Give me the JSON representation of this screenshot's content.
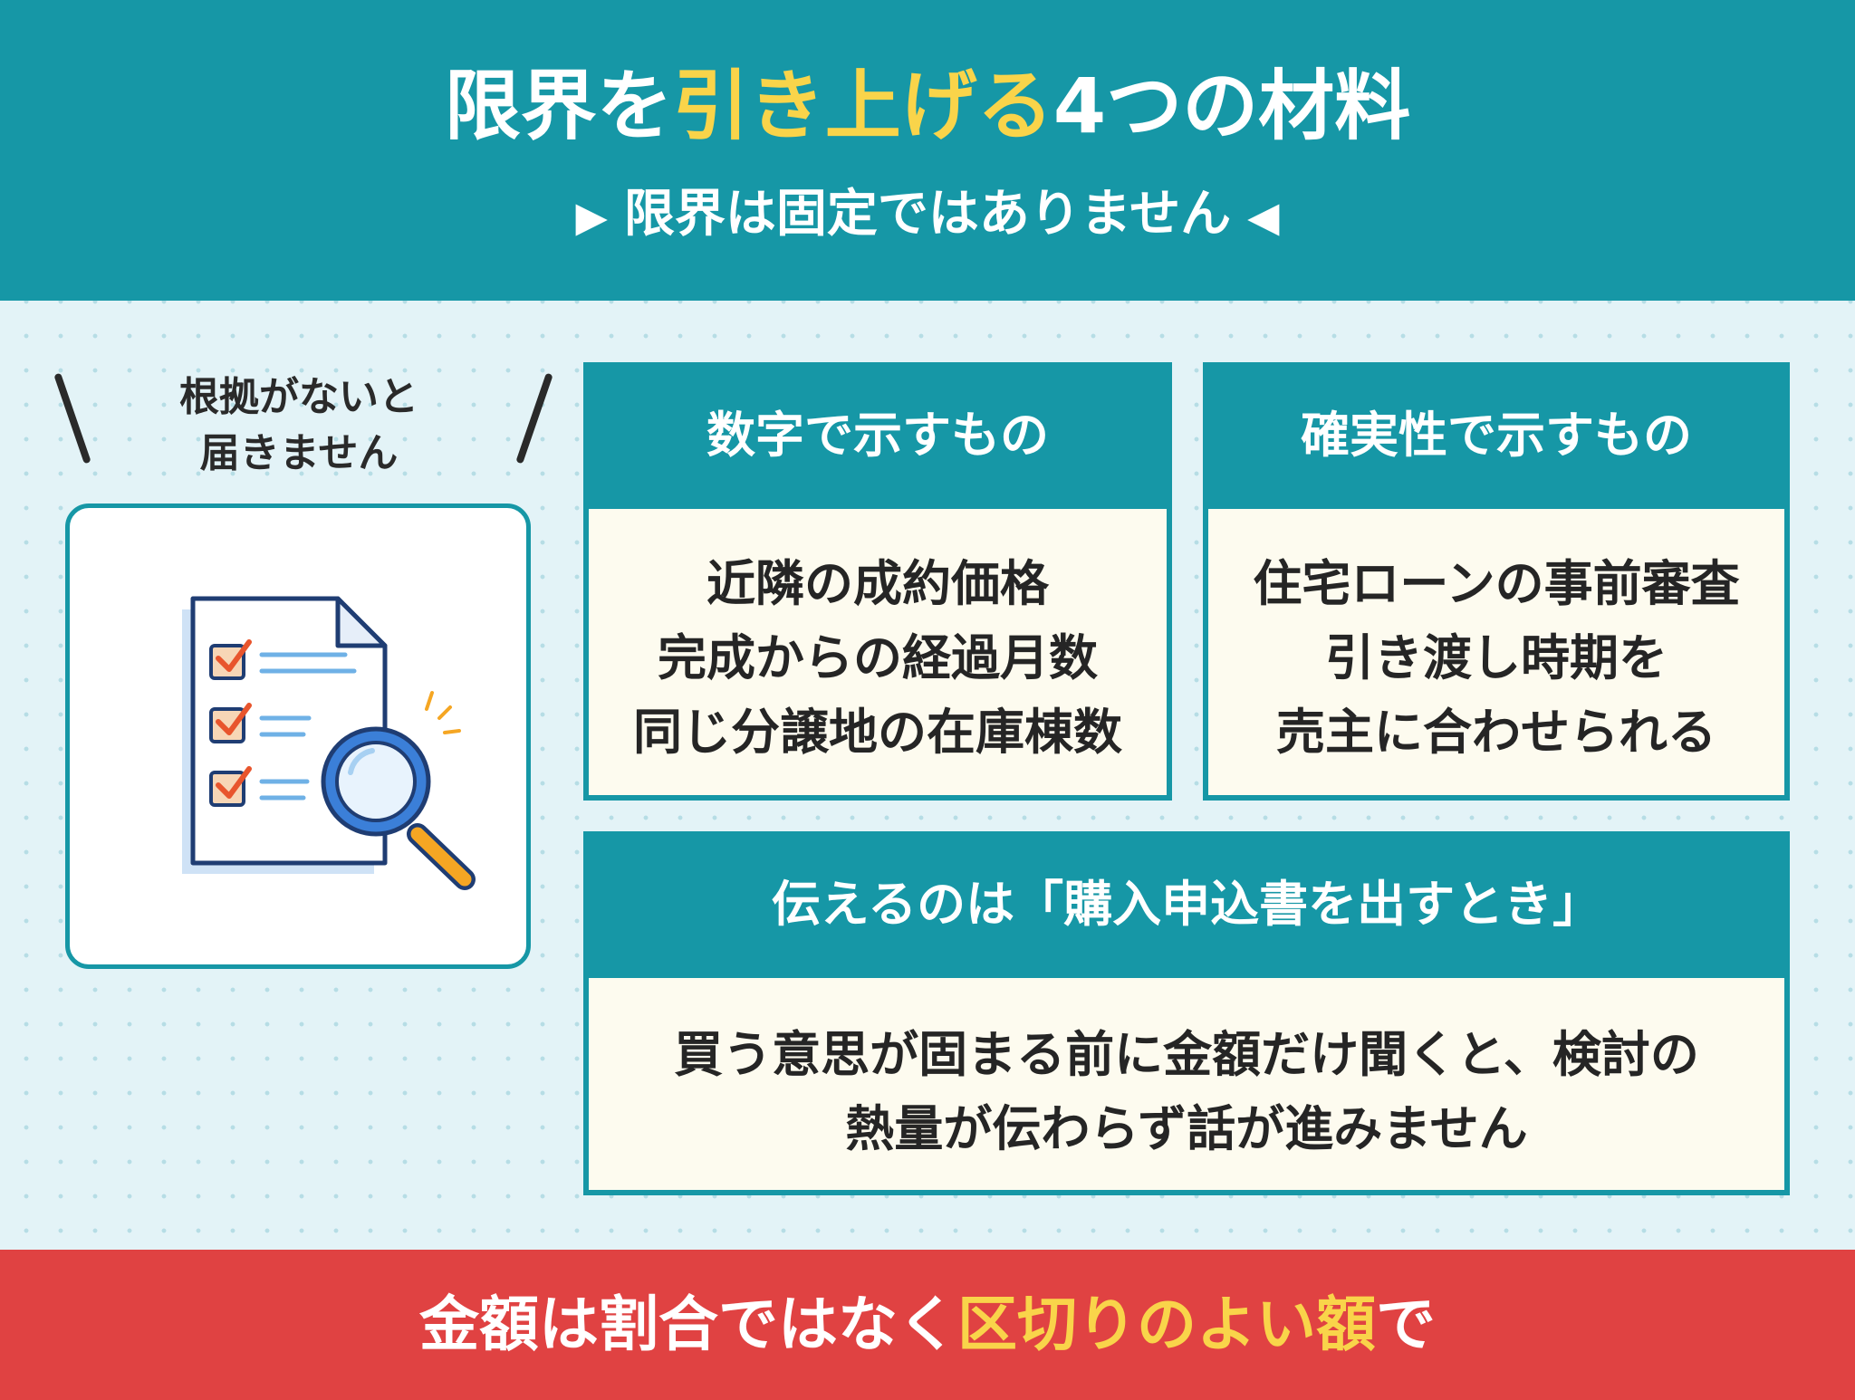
{
  "header": {
    "title_part1": "限界を",
    "title_highlight": "引き上げる",
    "title_part2": "4つの材料",
    "subtitle_left_marker": "▶",
    "subtitle": "限界は固定ではありません",
    "subtitle_right_marker": "◀"
  },
  "side": {
    "label_line1": "根拠がないと",
    "label_line2": "届きません",
    "illustration_icon": "checklist-magnifier-icon"
  },
  "cards": [
    {
      "heading": "数字で示すもの",
      "lines": [
        "近隣の成約価格",
        "完成からの経過月数",
        "同じ分譲地の在庫棟数"
      ]
    },
    {
      "heading": "確実性で示すもの",
      "lines": [
        "住宅ローンの事前審査",
        "引き渡し時期を",
        "売主に合わせられる"
      ]
    },
    {
      "heading": "伝えるのは「購入申込書を出すとき」",
      "lines": [
        "買う意思が固まる前に金額だけ聞くと、検討の",
        "熱量が伝わらず話が進みません"
      ]
    }
  ],
  "footer": {
    "text_part1": "金額は割合ではなく",
    "text_highlight": "区切りのよい額",
    "text_part2": "で"
  },
  "colors": {
    "teal": "#1697a6",
    "yellow_accent": "#f9d44a",
    "red_footer": "#e04242",
    "card_background": "#fdfbef",
    "page_background": "#e3f3f7"
  }
}
